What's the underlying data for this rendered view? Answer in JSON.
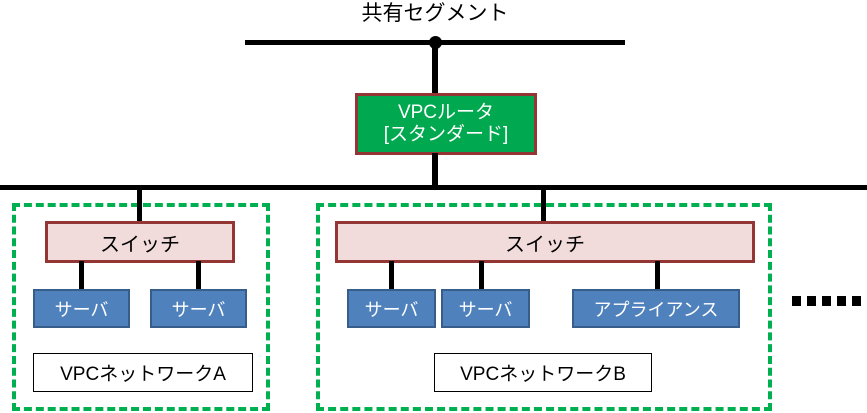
{
  "diagram": {
    "title": "共有セグメント",
    "colors": {
      "router_fill": "#00A94F",
      "router_border": "#943634",
      "switch_fill": "#F2DCDB",
      "switch_border": "#943634",
      "node_fill": "#4F81BD",
      "node_border": "#375D8A",
      "group_border": "#00B050",
      "line": "#000000",
      "text_light": "#FFFFFF",
      "text_dark": "#000000"
    },
    "shared_segment": {
      "label": "共有セグメント",
      "junction_name": "shared-segment-junction"
    },
    "router": {
      "line1": "VPCルータ",
      "line2": "[スタンダード]"
    },
    "groups": [
      {
        "id": "vpc-network-a",
        "label": "VPCネットワークA",
        "switch_label": "スイッチ",
        "nodes": [
          {
            "label": "サーバ",
            "type": "server"
          },
          {
            "label": "サーバ",
            "type": "server"
          }
        ]
      },
      {
        "id": "vpc-network-b",
        "label": "VPCネットワークB",
        "switch_label": "スイッチ",
        "nodes": [
          {
            "label": "サーバ",
            "type": "server"
          },
          {
            "label": "サーバ",
            "type": "server"
          },
          {
            "label": "アプライアンス",
            "type": "appliance"
          }
        ]
      }
    ],
    "more_indicator": {
      "name": "more-groups-ellipsis",
      "dot_count": 5
    }
  }
}
